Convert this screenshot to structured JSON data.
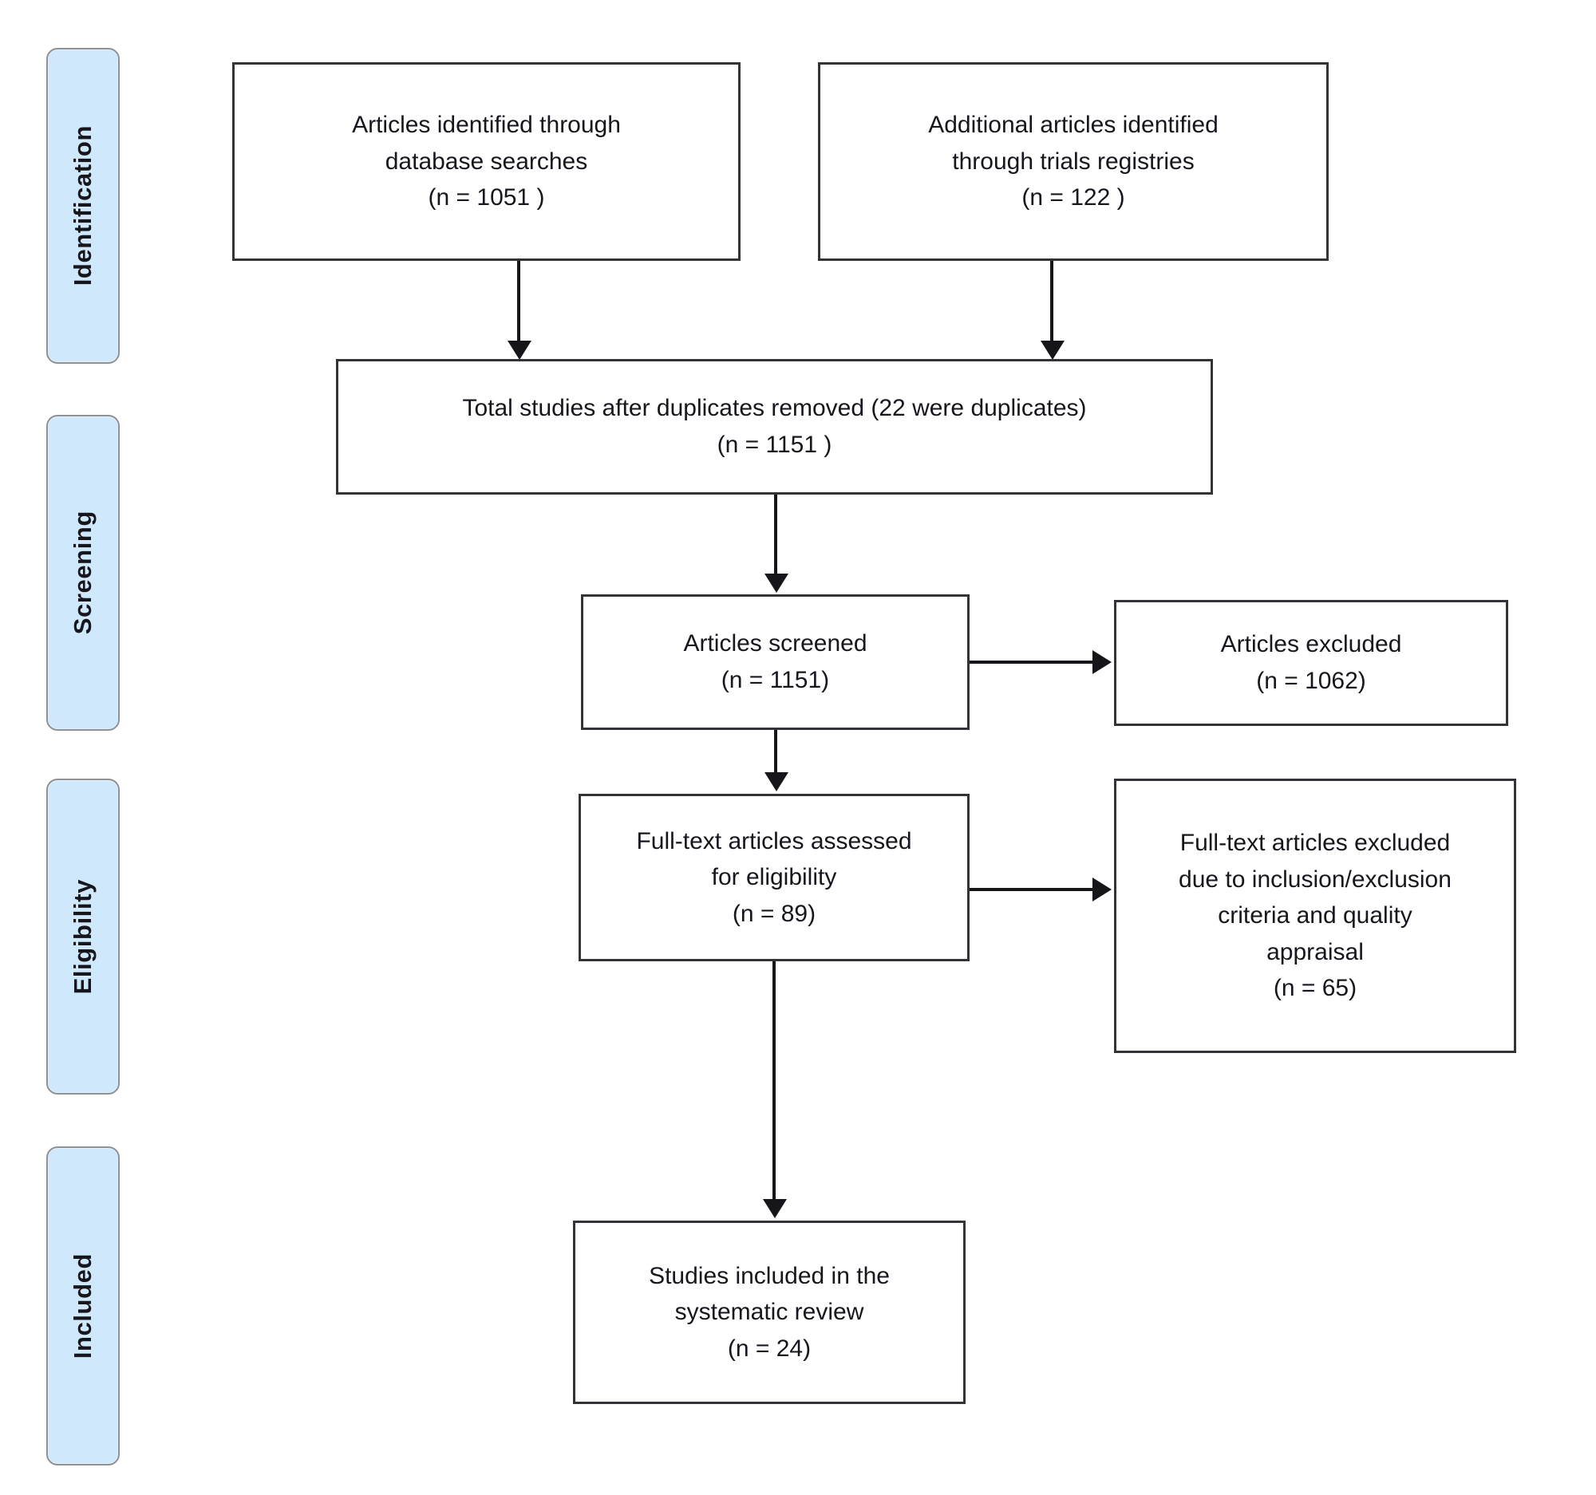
{
  "diagram": {
    "type": "prisma-flow-diagram",
    "phases": [
      {
        "key": "identification",
        "label": "Identification"
      },
      {
        "key": "screening",
        "label": "Screening"
      },
      {
        "key": "eligibility",
        "label": "Eligibility"
      },
      {
        "key": "included",
        "label": "Included"
      }
    ],
    "boxes": [
      {
        "key": "database-searches",
        "text": "Articles identified through\ndatabase searches\n(n = 1051 )"
      },
      {
        "key": "trials-registries",
        "text": "Additional articles identified\nthrough trials registries\n(n = 122 )"
      },
      {
        "key": "duplicates-removed",
        "text": "Total studies after duplicates removed (22 were duplicates)\n(n = 1151 )"
      },
      {
        "key": "articles-screened",
        "text": "Articles screened\n(n = 1151)"
      },
      {
        "key": "articles-excluded",
        "text": "Articles excluded\n(n = 1062)"
      },
      {
        "key": "fulltext-assessed",
        "text": "Full-text articles assessed\nfor eligibility\n(n = 89)"
      },
      {
        "key": "fulltext-excluded",
        "text": "Full-text articles excluded\ndue to inclusion/exclusion\ncriteria and quality\nappraisal\n(n = 65)"
      },
      {
        "key": "studies-included",
        "text": "Studies included in the\nsystematic review\n(n = 24)"
      }
    ],
    "counts": {
      "database_searches": 1051,
      "trials_registries": 122,
      "duplicates": 22,
      "after_duplicates_removed": 1151,
      "articles_screened": 1151,
      "articles_excluded": 1062,
      "fulltext_assessed": 89,
      "fulltext_excluded": 65,
      "studies_included": 24
    },
    "colors": {
      "phase_tab_fill": "#cfe8fb",
      "phase_tab_border": "#8f9194",
      "box_border": "#333338",
      "box_fill": "#ffffff",
      "text": "#16161f",
      "connector": "#15151a"
    }
  }
}
